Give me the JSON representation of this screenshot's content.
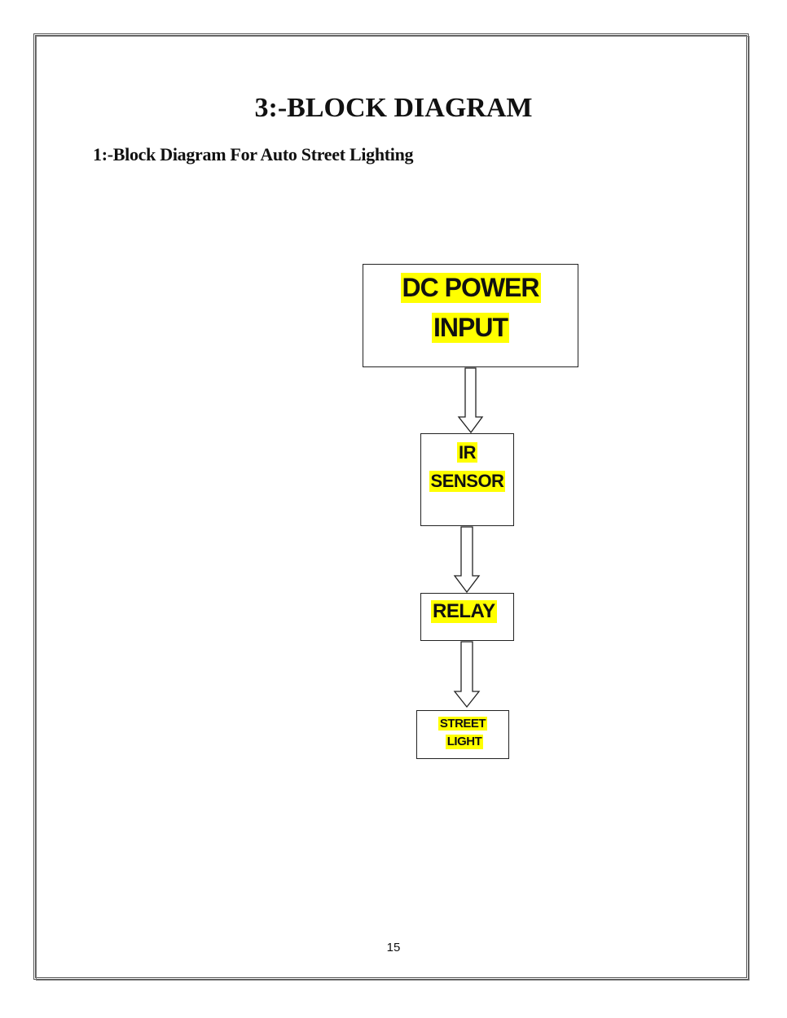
{
  "title": "3:-BLOCK DIAGRAM",
  "subtitle": "1:-Block Diagram For Auto Street Lighting",
  "blocks": {
    "dc_power": {
      "line1": "DC POWER",
      "line2": "INPUT"
    },
    "ir_sensor": {
      "line1": "IR",
      "line2": "SENSOR"
    },
    "relay": {
      "line1": "RELAY"
    },
    "street_light": {
      "line1": "STREET",
      "line2": "LIGHT"
    }
  },
  "highlight_color": "#ffff00",
  "page_number": "15"
}
